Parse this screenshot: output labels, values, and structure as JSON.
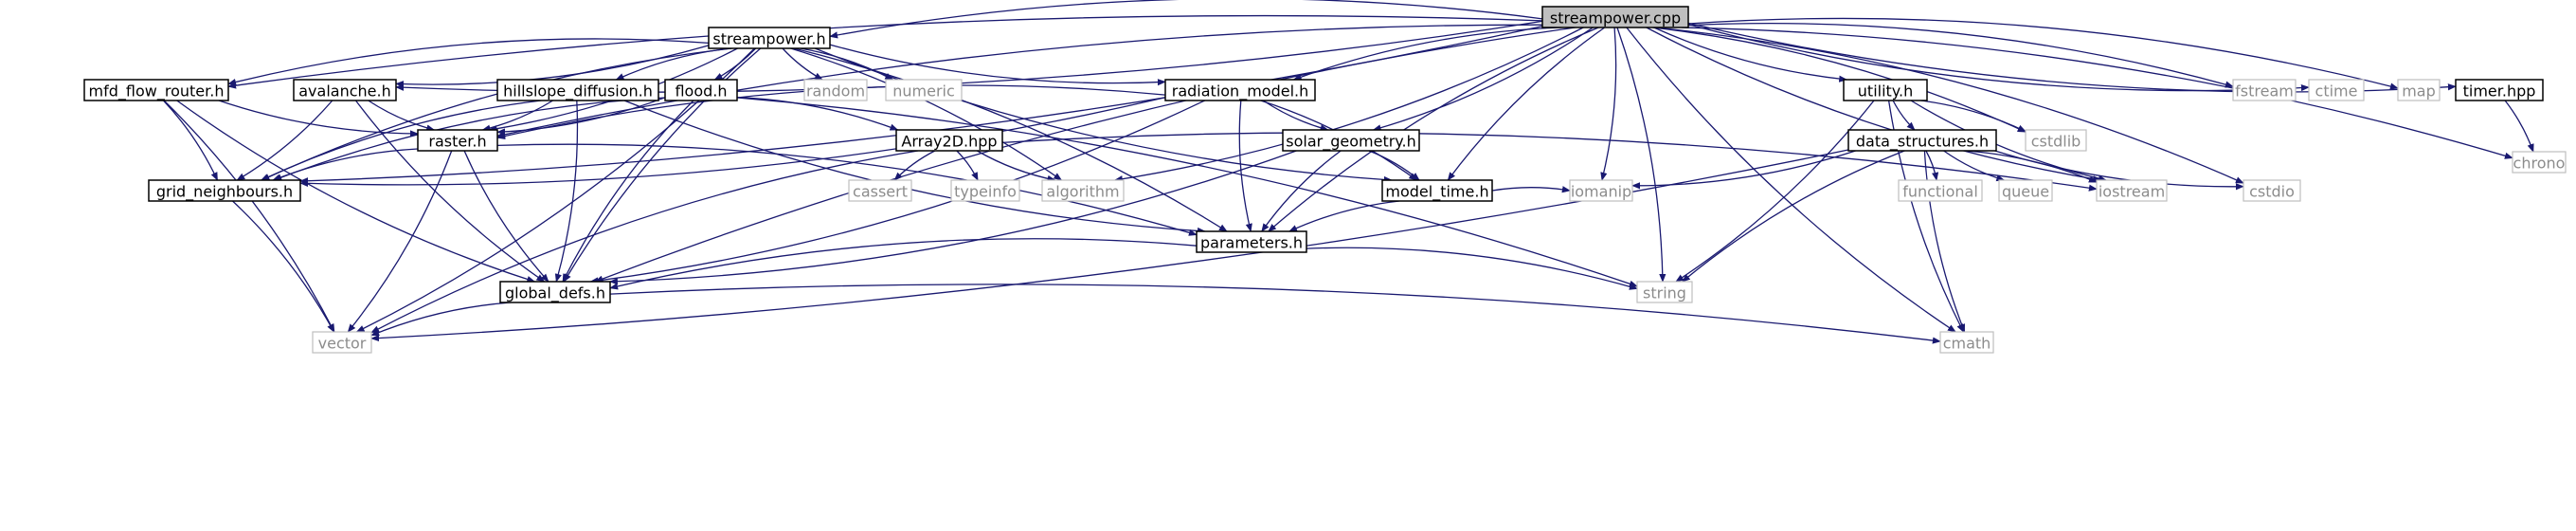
{
  "diagram": {
    "root": "streampower.cpp",
    "nodes": [
      {
        "id": "streampower_cpp",
        "label": "streampower.cpp",
        "kind": "root"
      },
      {
        "id": "streampower_h",
        "label": "streampower.h",
        "kind": "project"
      },
      {
        "id": "fstream",
        "label": "fstream",
        "kind": "system"
      },
      {
        "id": "ctime",
        "label": "ctime",
        "kind": "system"
      },
      {
        "id": "map",
        "label": "map",
        "kind": "system"
      },
      {
        "id": "timer_hpp",
        "label": "timer.hpp",
        "kind": "project"
      },
      {
        "id": "chrono",
        "label": "chrono",
        "kind": "system"
      },
      {
        "id": "mfd_flow_router_h",
        "label": "mfd_flow_router.h",
        "kind": "project"
      },
      {
        "id": "avalanche_h",
        "label": "avalanche.h",
        "kind": "project"
      },
      {
        "id": "hillslope_diffusion_h",
        "label": "hillslope_diffusion.h",
        "kind": "project"
      },
      {
        "id": "flood_h",
        "label": "flood.h",
        "kind": "project"
      },
      {
        "id": "random",
        "label": "random",
        "kind": "system"
      },
      {
        "id": "numeric",
        "label": "numeric",
        "kind": "system"
      },
      {
        "id": "radiation_model_h",
        "label": "radiation_model.h",
        "kind": "project"
      },
      {
        "id": "utility_h",
        "label": "utility.h",
        "kind": "project"
      },
      {
        "id": "raster_h",
        "label": "raster.h",
        "kind": "project"
      },
      {
        "id": "array2d_hpp",
        "label": "Array2D.hpp",
        "kind": "project"
      },
      {
        "id": "solar_geometry_h",
        "label": "solar_geometry.h",
        "kind": "project"
      },
      {
        "id": "cstdlib",
        "label": "cstdlib",
        "kind": "system"
      },
      {
        "id": "data_structures_h",
        "label": "data_structures.h",
        "kind": "project"
      },
      {
        "id": "grid_neighbours_h",
        "label": "grid_neighbours.h",
        "kind": "project"
      },
      {
        "id": "cassert",
        "label": "cassert",
        "kind": "system"
      },
      {
        "id": "typeinfo",
        "label": "typeinfo",
        "kind": "system"
      },
      {
        "id": "algorithm",
        "label": "algorithm",
        "kind": "system"
      },
      {
        "id": "model_time_h",
        "label": "model_time.h",
        "kind": "project"
      },
      {
        "id": "iomanip",
        "label": "iomanip",
        "kind": "system"
      },
      {
        "id": "functional",
        "label": "functional",
        "kind": "system"
      },
      {
        "id": "queue",
        "label": "queue",
        "kind": "system"
      },
      {
        "id": "iostream",
        "label": "iostream",
        "kind": "system"
      },
      {
        "id": "cstdio",
        "label": "cstdio",
        "kind": "system"
      },
      {
        "id": "parameters_h",
        "label": "parameters.h",
        "kind": "project"
      },
      {
        "id": "global_defs_h",
        "label": "global_defs.h",
        "kind": "project"
      },
      {
        "id": "string",
        "label": "string",
        "kind": "system"
      },
      {
        "id": "vector",
        "label": "vector",
        "kind": "system"
      },
      {
        "id": "cmath",
        "label": "cmath",
        "kind": "system"
      }
    ],
    "edges": [
      [
        "streampower_cpp",
        "streampower_h"
      ],
      [
        "streampower_cpp",
        "fstream"
      ],
      [
        "streampower_cpp",
        "ctime"
      ],
      [
        "streampower_cpp",
        "map"
      ],
      [
        "streampower_cpp",
        "timer_hpp"
      ],
      [
        "streampower_cpp",
        "chrono"
      ],
      [
        "streampower_cpp",
        "mfd_flow_router_h"
      ],
      [
        "streampower_cpp",
        "avalanche_h"
      ],
      [
        "streampower_cpp",
        "raster_h"
      ],
      [
        "streampower_cpp",
        "grid_neighbours_h"
      ],
      [
        "streampower_cpp",
        "global_defs_h"
      ],
      [
        "streampower_cpp",
        "algorithm"
      ],
      [
        "streampower_cpp",
        "radiation_model_h"
      ],
      [
        "streampower_cpp",
        "solar_geometry_h"
      ],
      [
        "streampower_cpp",
        "model_time_h"
      ],
      [
        "streampower_cpp",
        "iomanip"
      ],
      [
        "streampower_cpp",
        "parameters_h"
      ],
      [
        "streampower_cpp",
        "string"
      ],
      [
        "streampower_cpp",
        "utility_h"
      ],
      [
        "streampower_cpp",
        "cstdlib"
      ],
      [
        "streampower_cpp",
        "iostream"
      ],
      [
        "streampower_cpp",
        "cstdio"
      ],
      [
        "streampower_cpp",
        "cmath"
      ],
      [
        "timer_hpp",
        "chrono"
      ],
      [
        "streampower_h",
        "mfd_flow_router_h"
      ],
      [
        "streampower_h",
        "avalanche_h"
      ],
      [
        "streampower_h",
        "hillslope_diffusion_h"
      ],
      [
        "streampower_h",
        "flood_h"
      ],
      [
        "streampower_h",
        "random"
      ],
      [
        "streampower_h",
        "numeric"
      ],
      [
        "streampower_h",
        "radiation_model_h"
      ],
      [
        "streampower_h",
        "raster_h"
      ],
      [
        "streampower_h",
        "grid_neighbours_h"
      ],
      [
        "streampower_h",
        "algorithm"
      ],
      [
        "streampower_h",
        "model_time_h"
      ],
      [
        "streampower_h",
        "parameters_h"
      ],
      [
        "streampower_h",
        "global_defs_h"
      ],
      [
        "streampower_h",
        "vector"
      ],
      [
        "mfd_flow_router_h",
        "raster_h"
      ],
      [
        "mfd_flow_router_h",
        "grid_neighbours_h"
      ],
      [
        "mfd_flow_router_h",
        "global_defs_h"
      ],
      [
        "mfd_flow_router_h",
        "vector"
      ],
      [
        "avalanche_h",
        "raster_h"
      ],
      [
        "avalanche_h",
        "grid_neighbours_h"
      ],
      [
        "avalanche_h",
        "global_defs_h"
      ],
      [
        "hillslope_diffusion_h",
        "raster_h"
      ],
      [
        "hillslope_diffusion_h",
        "grid_neighbours_h"
      ],
      [
        "hillslope_diffusion_h",
        "global_defs_h"
      ],
      [
        "hillslope_diffusion_h",
        "parameters_h"
      ],
      [
        "flood_h",
        "raster_h"
      ],
      [
        "flood_h",
        "grid_neighbours_h"
      ],
      [
        "flood_h",
        "array2d_hpp"
      ],
      [
        "flood_h",
        "global_defs_h"
      ],
      [
        "flood_h",
        "string"
      ],
      [
        "radiation_model_h",
        "raster_h"
      ],
      [
        "radiation_model_h",
        "grid_neighbours_h"
      ],
      [
        "radiation_model_h",
        "solar_geometry_h"
      ],
      [
        "radiation_model_h",
        "model_time_h"
      ],
      [
        "radiation_model_h",
        "parameters_h"
      ],
      [
        "radiation_model_h",
        "global_defs_h"
      ],
      [
        "raster_h",
        "grid_neighbours_h"
      ],
      [
        "raster_h",
        "parameters_h"
      ],
      [
        "raster_h",
        "global_defs_h"
      ],
      [
        "raster_h",
        "vector"
      ],
      [
        "array2d_hpp",
        "cassert"
      ],
      [
        "array2d_hpp",
        "typeinfo"
      ],
      [
        "array2d_hpp",
        "algorithm"
      ],
      [
        "array2d_hpp",
        "iostream"
      ],
      [
        "array2d_hpp",
        "vector"
      ],
      [
        "solar_geometry_h",
        "model_time_h"
      ],
      [
        "solar_geometry_h",
        "parameters_h"
      ],
      [
        "solar_geometry_h",
        "global_defs_h"
      ],
      [
        "model_time_h",
        "parameters_h"
      ],
      [
        "model_time_h",
        "iomanip"
      ],
      [
        "utility_h",
        "data_structures_h"
      ],
      [
        "utility_h",
        "cstdlib"
      ],
      [
        "utility_h",
        "iostream"
      ],
      [
        "utility_h",
        "string"
      ],
      [
        "utility_h",
        "cmath"
      ],
      [
        "data_structures_h",
        "functional"
      ],
      [
        "data_structures_h",
        "queue"
      ],
      [
        "data_structures_h",
        "iostream"
      ],
      [
        "data_structures_h",
        "cstdio"
      ],
      [
        "data_structures_h",
        "iomanip"
      ],
      [
        "data_structures_h",
        "string"
      ],
      [
        "data_structures_h",
        "vector"
      ],
      [
        "data_structures_h",
        "cmath"
      ],
      [
        "grid_neighbours_h",
        "vector"
      ],
      [
        "parameters_h",
        "global_defs_h"
      ],
      [
        "parameters_h",
        "string"
      ],
      [
        "global_defs_h",
        "vector"
      ],
      [
        "global_defs_h",
        "cmath"
      ]
    ]
  },
  "colors": {
    "edge": "#191970",
    "root_fill": "#bfbfbf",
    "project_border": "#000000",
    "system_border": "#bfbfbf",
    "system_text": "#8c8c8c"
  }
}
